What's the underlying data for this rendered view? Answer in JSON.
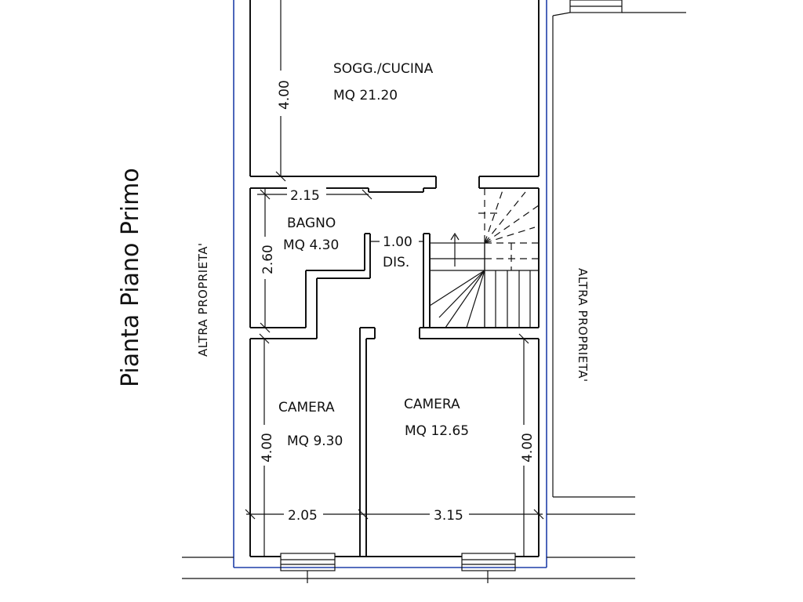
{
  "title": "Pianta Piano Primo",
  "neighbors": {
    "left": "ALTRA PROPRIETA'",
    "right": "ALTRA PROPRIETA'"
  },
  "rooms": {
    "soggiorno": {
      "name": "SOGG./CUCINA",
      "area": "MQ 21.20"
    },
    "bagno": {
      "name": "BAGNO",
      "area": "MQ 4.30"
    },
    "disimpegno": {
      "width": "1.00",
      "name": "DIS."
    },
    "camera_left": {
      "name": "CAMERA",
      "area": "MQ 9.30"
    },
    "camera_right": {
      "name": "CAMERA",
      "area": "MQ 12.65"
    }
  },
  "dimensions": {
    "soggiorno_height": "4.00",
    "bagno_width": "2.15",
    "bagno_height": "2.60",
    "camera_left_height": "4.00",
    "camera_left_width": "2.05",
    "camera_right_width": "3.15",
    "camera_right_height": "4.00"
  }
}
